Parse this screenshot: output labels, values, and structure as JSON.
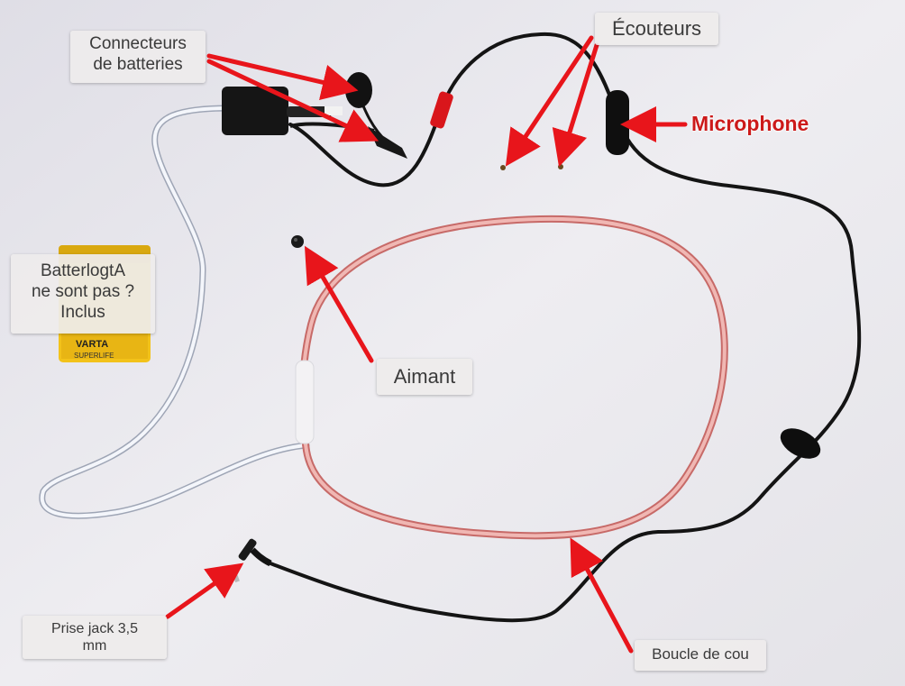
{
  "labels": {
    "connecteurs": "Connecteurs\nde batteries",
    "ecouteurs": "Écouteurs",
    "microphone": "Microphone",
    "battery": "BatterlogtA\nne sont pas ?\nInclus",
    "aimant": "Aimant",
    "prise": "Prise jack 3,5\nmm",
    "boucle": "Boucle de cou"
  },
  "battery_print": {
    "brand": "VARTA",
    "line": "SUPERLIFE"
  },
  "colors": {
    "background": "#e9e8ec",
    "arrow": "#e8151b",
    "black_cable": "#141414",
    "white_cable": "#f4f6fb",
    "neck_loop": "#e89a98",
    "battery_yellow": "#f2c21a",
    "label_bg": "#eeecec",
    "microphone_text": "#cc1a1a"
  }
}
